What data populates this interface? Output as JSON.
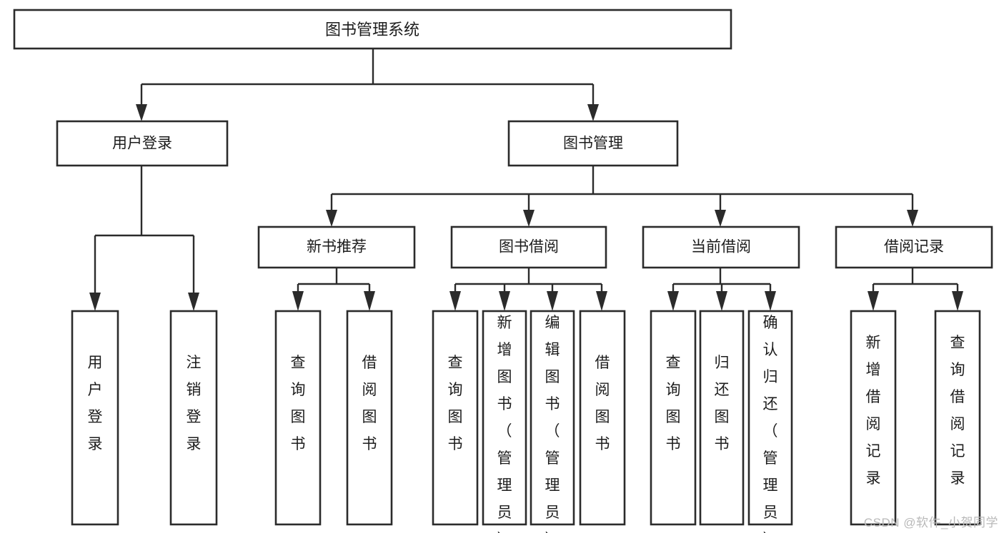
{
  "diagram": {
    "type": "tree",
    "title": "图书管理系统",
    "watermark": "CSDN @软件_小贺同学",
    "colors": {
      "box_stroke": "#2b2b2b",
      "box_fill": "#ffffff",
      "text": "#1c1c1c",
      "watermark": "#b9b9b9",
      "background": "#ffffff"
    },
    "levels": {
      "root": {
        "label": "图书管理系统"
      },
      "level2": [
        {
          "id": "user-login",
          "label": "用户登录"
        },
        {
          "id": "book-management",
          "label": "图书管理"
        }
      ],
      "level3": [
        {
          "id": "new-book-recommend",
          "label": "新书推荐",
          "parent": "book-management"
        },
        {
          "id": "book-borrow",
          "label": "图书借阅",
          "parent": "book-management"
        },
        {
          "id": "current-borrow",
          "label": "当前借阅",
          "parent": "book-management"
        },
        {
          "id": "borrow-record",
          "label": "借阅记录",
          "parent": "book-management"
        }
      ],
      "leaves": [
        {
          "id": "leaf-user-login",
          "label": "用户登录",
          "parent": "user-login"
        },
        {
          "id": "leaf-logout",
          "label": "注销登录",
          "parent": "user-login"
        },
        {
          "id": "leaf-query-book-1",
          "label": "查询图书",
          "parent": "new-book-recommend"
        },
        {
          "id": "leaf-borrow-book-1",
          "label": "借阅图书",
          "parent": "new-book-recommend"
        },
        {
          "id": "leaf-query-book-2",
          "label": "查询图书",
          "parent": "book-borrow"
        },
        {
          "id": "leaf-add-book",
          "label": "新增图书（管理员）",
          "parent": "book-borrow"
        },
        {
          "id": "leaf-edit-book",
          "label": "编辑图书（管理员）",
          "parent": "book-borrow"
        },
        {
          "id": "leaf-borrow-book-2",
          "label": "借阅图书",
          "parent": "book-borrow"
        },
        {
          "id": "leaf-query-book-3",
          "label": "查询图书",
          "parent": "current-borrow"
        },
        {
          "id": "leaf-return-book",
          "label": "归还图书",
          "parent": "current-borrow"
        },
        {
          "id": "leaf-confirm-return",
          "label": "确认归还（管理员）",
          "parent": "current-borrow"
        },
        {
          "id": "leaf-add-record",
          "label": "新增借阅记录",
          "parent": "borrow-record"
        },
        {
          "id": "leaf-query-record",
          "label": "查询借阅记录",
          "parent": "borrow-record"
        }
      ]
    }
  }
}
